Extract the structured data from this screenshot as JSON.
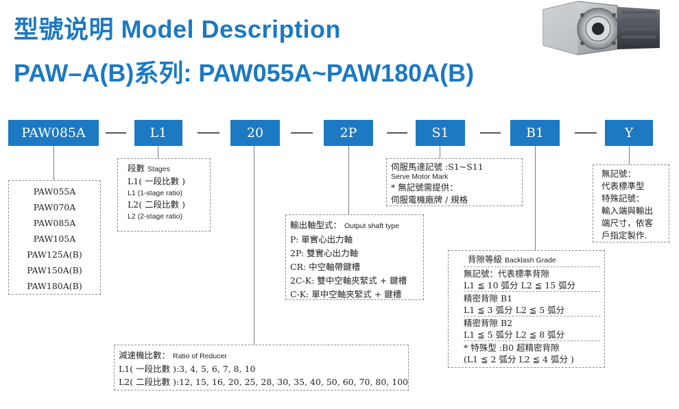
{
  "header": {
    "title_line1": "型號说明  Model Description",
    "title_line2": "PAW–A(B)系列: PAW055A~PAW180A(B)"
  },
  "code_parts": [
    "PAW085A",
    "L1",
    "20",
    "2P",
    "S1",
    "B1",
    "Y"
  ],
  "model_list": [
    "PAW055A",
    "PAW070A",
    "PAW085A",
    "PAW105A",
    "PAW125A(B)",
    "PAW150A(B)",
    "PAW180A(B)"
  ],
  "stages": {
    "title_cn": "段數",
    "title_en": "Stages",
    "l1_cn": "L1( 一段比數 )",
    "l1_en": "L1 (1-stage ratio)",
    "l2_cn": "L2( 二段比數 )",
    "l2_en": "L2  (2-stage ratio)"
  },
  "ratio": {
    "title_cn": "減速機比數：",
    "title_en": "Ratio of Reducer",
    "l1": "L1( 一段比數 ):3, 4, 5, 6, 7, 8, 10",
    "l2": "L2( 二段比數 ):12, 15, 16, 20, 25, 28, 30, 35, 40, 50, 60, 70, 80, 100"
  },
  "shaft": {
    "title_cn": "輸出軸型式：",
    "title_en": "Output shaft type",
    "items": [
      "P: 單實心出力軸",
      "2P: 雙實心出力軸",
      "CR: 中空軸帶鍵槽",
      "2C-K: 雙中空軸夾緊式 + 鍵槽",
      "C-K: 單中空軸夾緊式 + 鍵槽"
    ]
  },
  "motor": {
    "title_cn": "伺服馬達記號 :S1~S11",
    "title_en": "Serve Motor Mark",
    "note1": "* 無記號需提供：",
    "note2": "伺服電機廠牌 / 規格"
  },
  "backlash": {
    "title_cn": "背隙等級",
    "title_en": "Backlash Grade",
    "groups": [
      [
        "無記號：代表標準背隙",
        "L1 ≦ 10 弧分 L2 ≦ 15 弧分"
      ],
      [
        "精密背隙 B1",
        "L1 ≦ 3 弧分 L2 ≦ 5 弧分"
      ],
      [
        "精密背隙 B2",
        "L1 ≦ 5 弧分 L2 ≦ 8 弧分"
      ],
      [
        "* 特殊型 :B0 超精密背隙",
        "(L1 ≦ 2 弧分 L2 ≦ 4 弧分 )"
      ]
    ]
  },
  "special": {
    "lines": [
      "無記號：",
      "代表標準型",
      "特殊記號：",
      "輸入端與輸出",
      "端尺寸，依客",
      "戶指定製作."
    ]
  }
}
